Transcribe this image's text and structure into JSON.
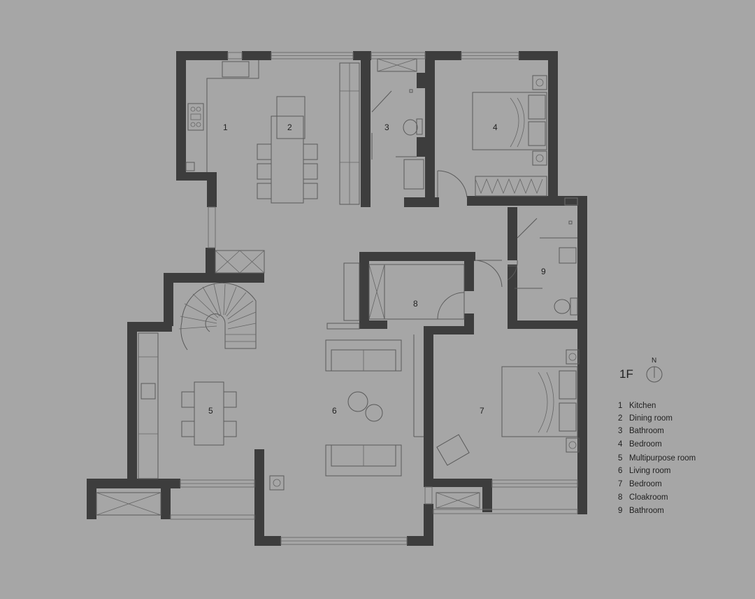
{
  "floor_label": "1F",
  "north_label": "N",
  "rooms": [
    {
      "number": "1",
      "name": "Kitchen"
    },
    {
      "number": "2",
      "name": "Dining room"
    },
    {
      "number": "3",
      "name": "Bathroom"
    },
    {
      "number": "4",
      "name": "Bedroom"
    },
    {
      "number": "5",
      "name": "Multipurpose room"
    },
    {
      "number": "6",
      "name": "Living room"
    },
    {
      "number": "7",
      "name": "Bedroom"
    },
    {
      "number": "8",
      "name": "Cloakroom"
    },
    {
      "number": "9",
      "name": "Bathroom"
    }
  ],
  "colors": {
    "background": "#a6a6a6",
    "wall": "#3d3d3d",
    "furniture_line": "#5a5a5a",
    "text": "#222222"
  }
}
